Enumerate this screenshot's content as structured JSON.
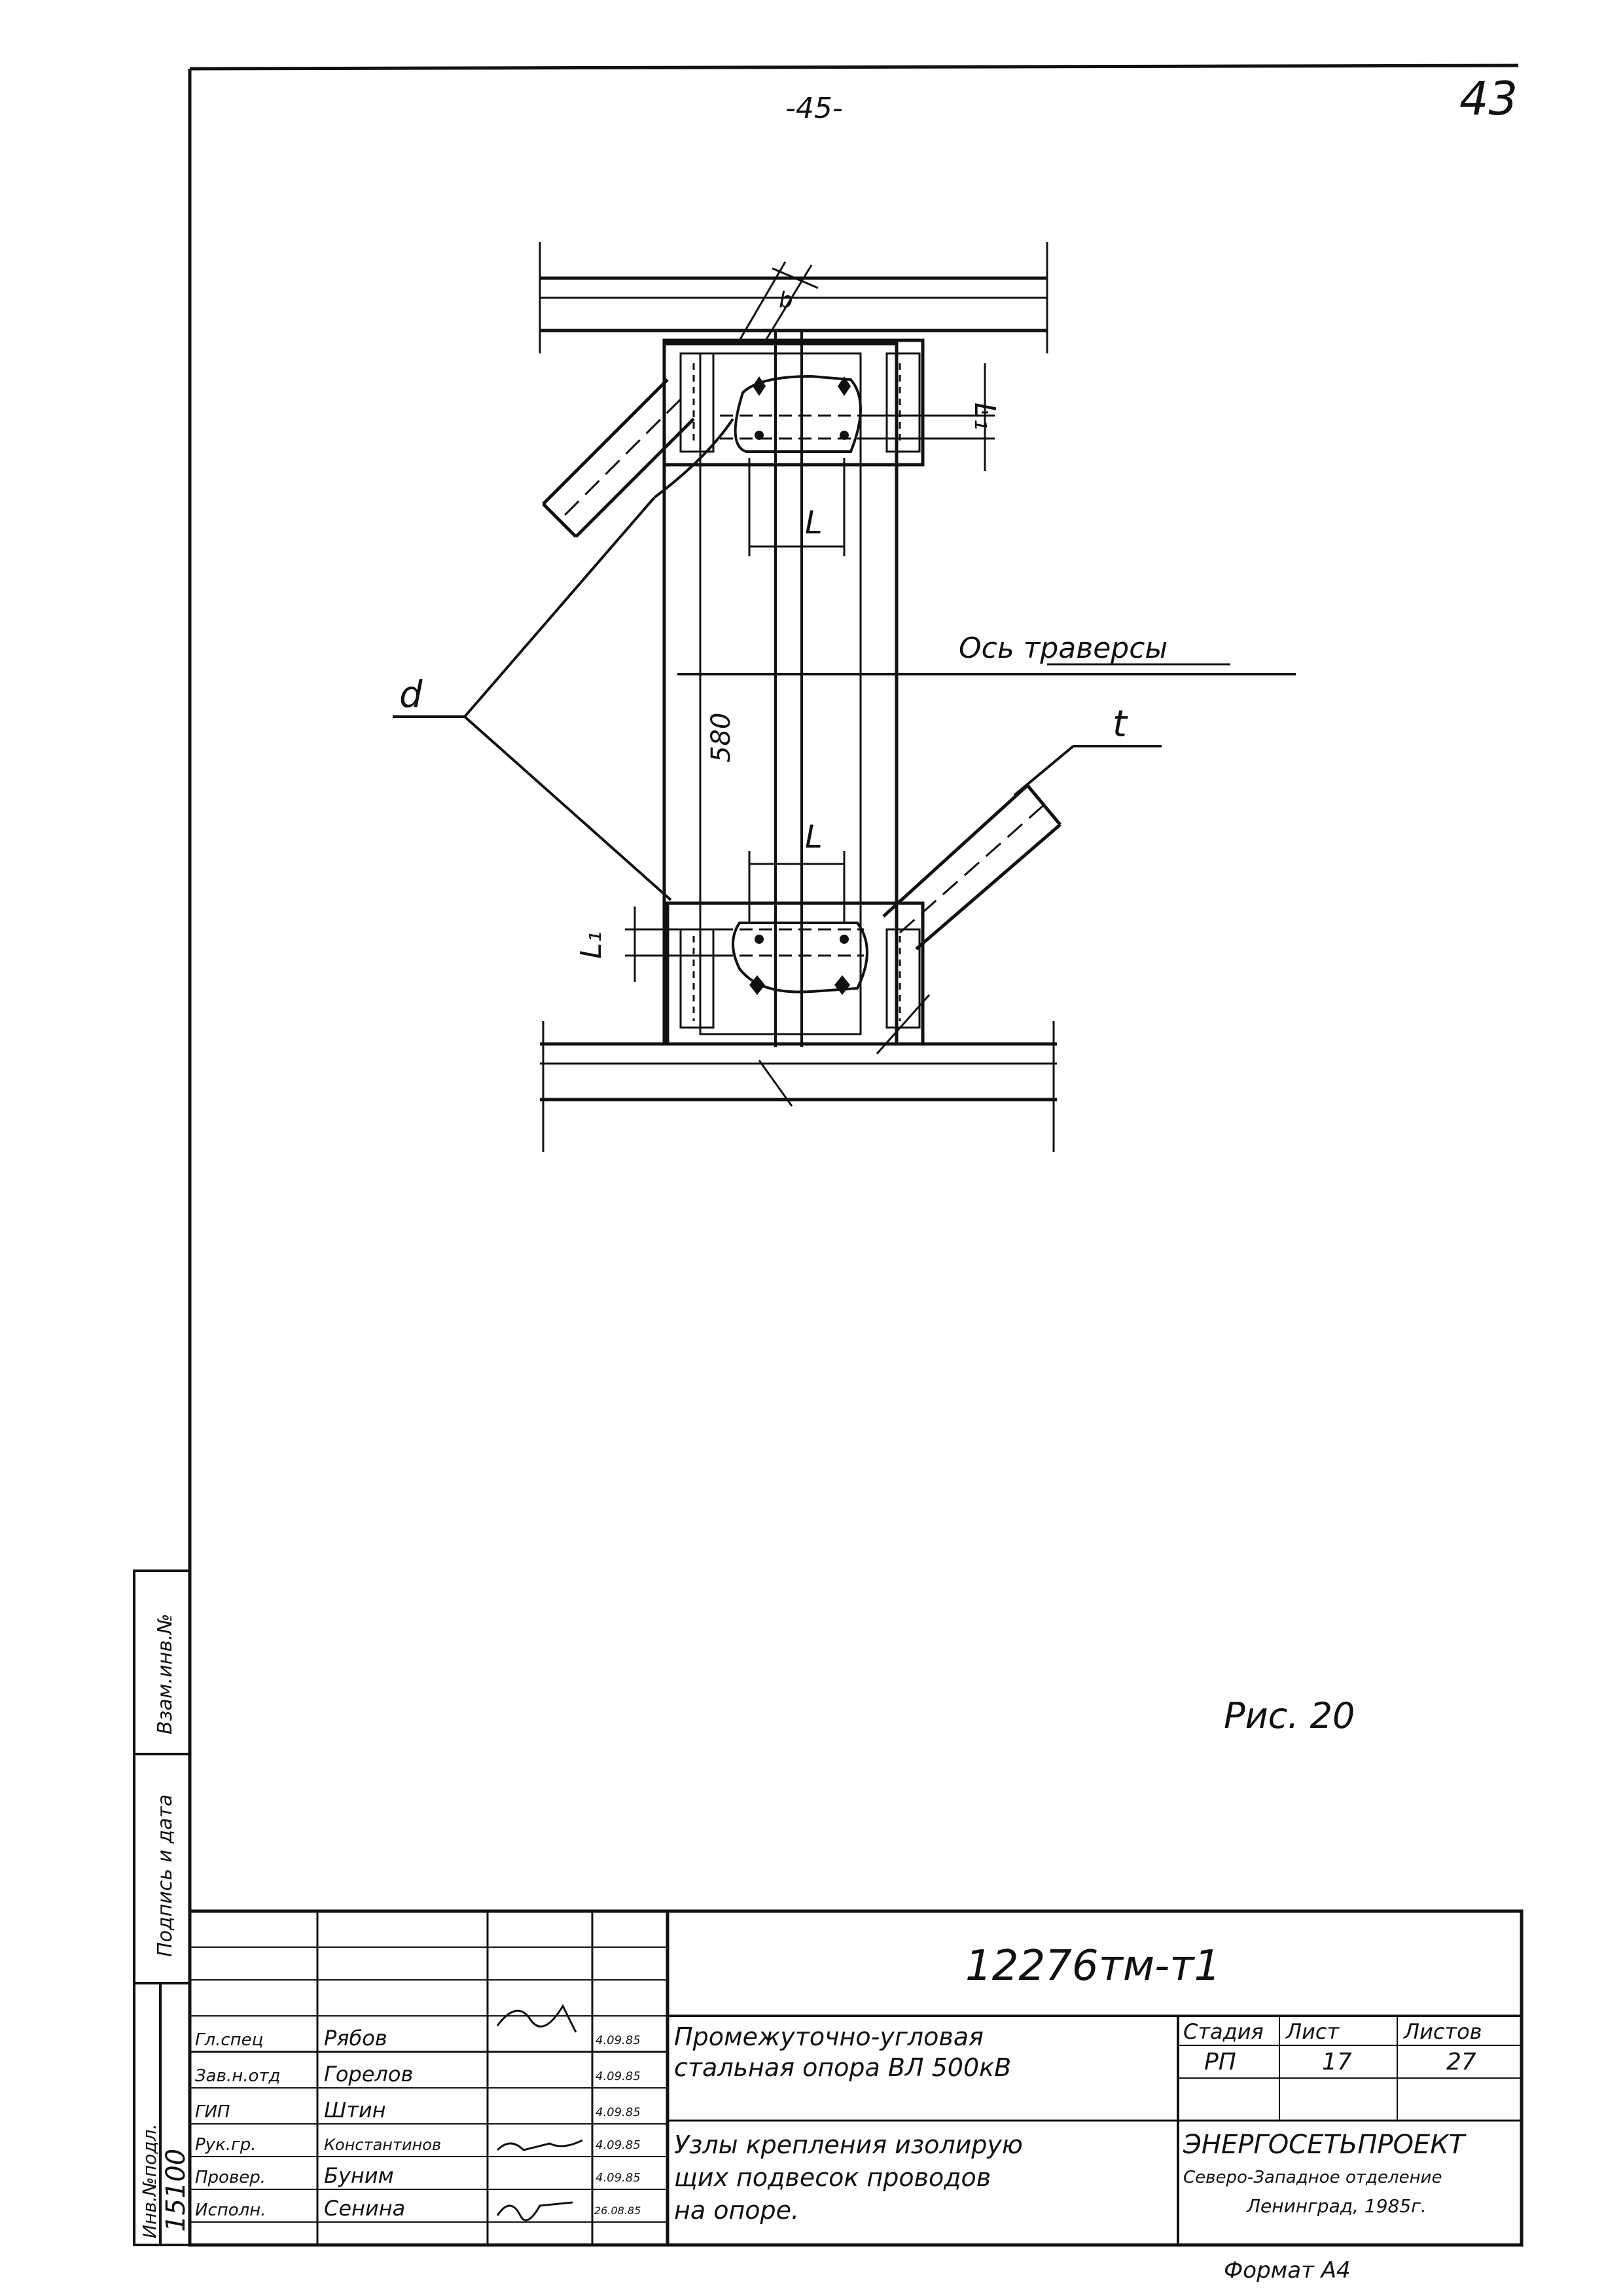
{
  "header": {
    "page_center": "-45-",
    "page_corner": "43"
  },
  "drawing": {
    "label_d": "d",
    "label_t": "t",
    "label_L_top": "L",
    "label_L_bottom": "L",
    "label_L1_top": "L₁",
    "label_L1_bottom": "L₁",
    "label_b": "b",
    "dimension_580": "580",
    "axis_label": "Ось траверсы",
    "figure_caption": "Рис. 20"
  },
  "side_stamp": {
    "vzam_inv": "Взам.инв.№",
    "podpis_data": "Подпись и дата",
    "inv_podl": "Инв.№подл.",
    "inv_number": "15100"
  },
  "title_block": {
    "doc_code": "12276тм-т1",
    "title_line1": "Промежуточно-угловая",
    "title_line2": "стальная опора ВЛ 500кВ",
    "subtitle_line1": "Узлы крепления изолирую",
    "subtitle_line2": "щих подвесок проводов",
    "subtitle_line3": "на опоре.",
    "headers": {
      "stage": "Стадия",
      "sheet": "Лист",
      "sheets": "Листов"
    },
    "values": {
      "stage": "РП",
      "sheet": "17",
      "sheets": "27"
    },
    "org_line1": "ЭНЕРГОСЕТЬПРОЕКТ",
    "org_line2": "Северо-Западное отделение",
    "org_line3": "Ленинград, 1985г.",
    "format": "Формат А4",
    "signers": [
      {
        "role": "Гл.спец",
        "name": "Рябов",
        "date": "4.09.85"
      },
      {
        "role": "Зав.н.отд",
        "name": "Горелов",
        "date": "4.09.85"
      },
      {
        "role": "ГИП",
        "name": "Штин",
        "date": "4.09.85"
      },
      {
        "role": "Рук.гр.",
        "name": "Константинов",
        "date": "4.09.85"
      },
      {
        "role": "Провер.",
        "name": "Буним",
        "date": "4.09.85"
      },
      {
        "role": "Исполн.",
        "name": "Сенина",
        "date": "26.08.85"
      }
    ]
  }
}
